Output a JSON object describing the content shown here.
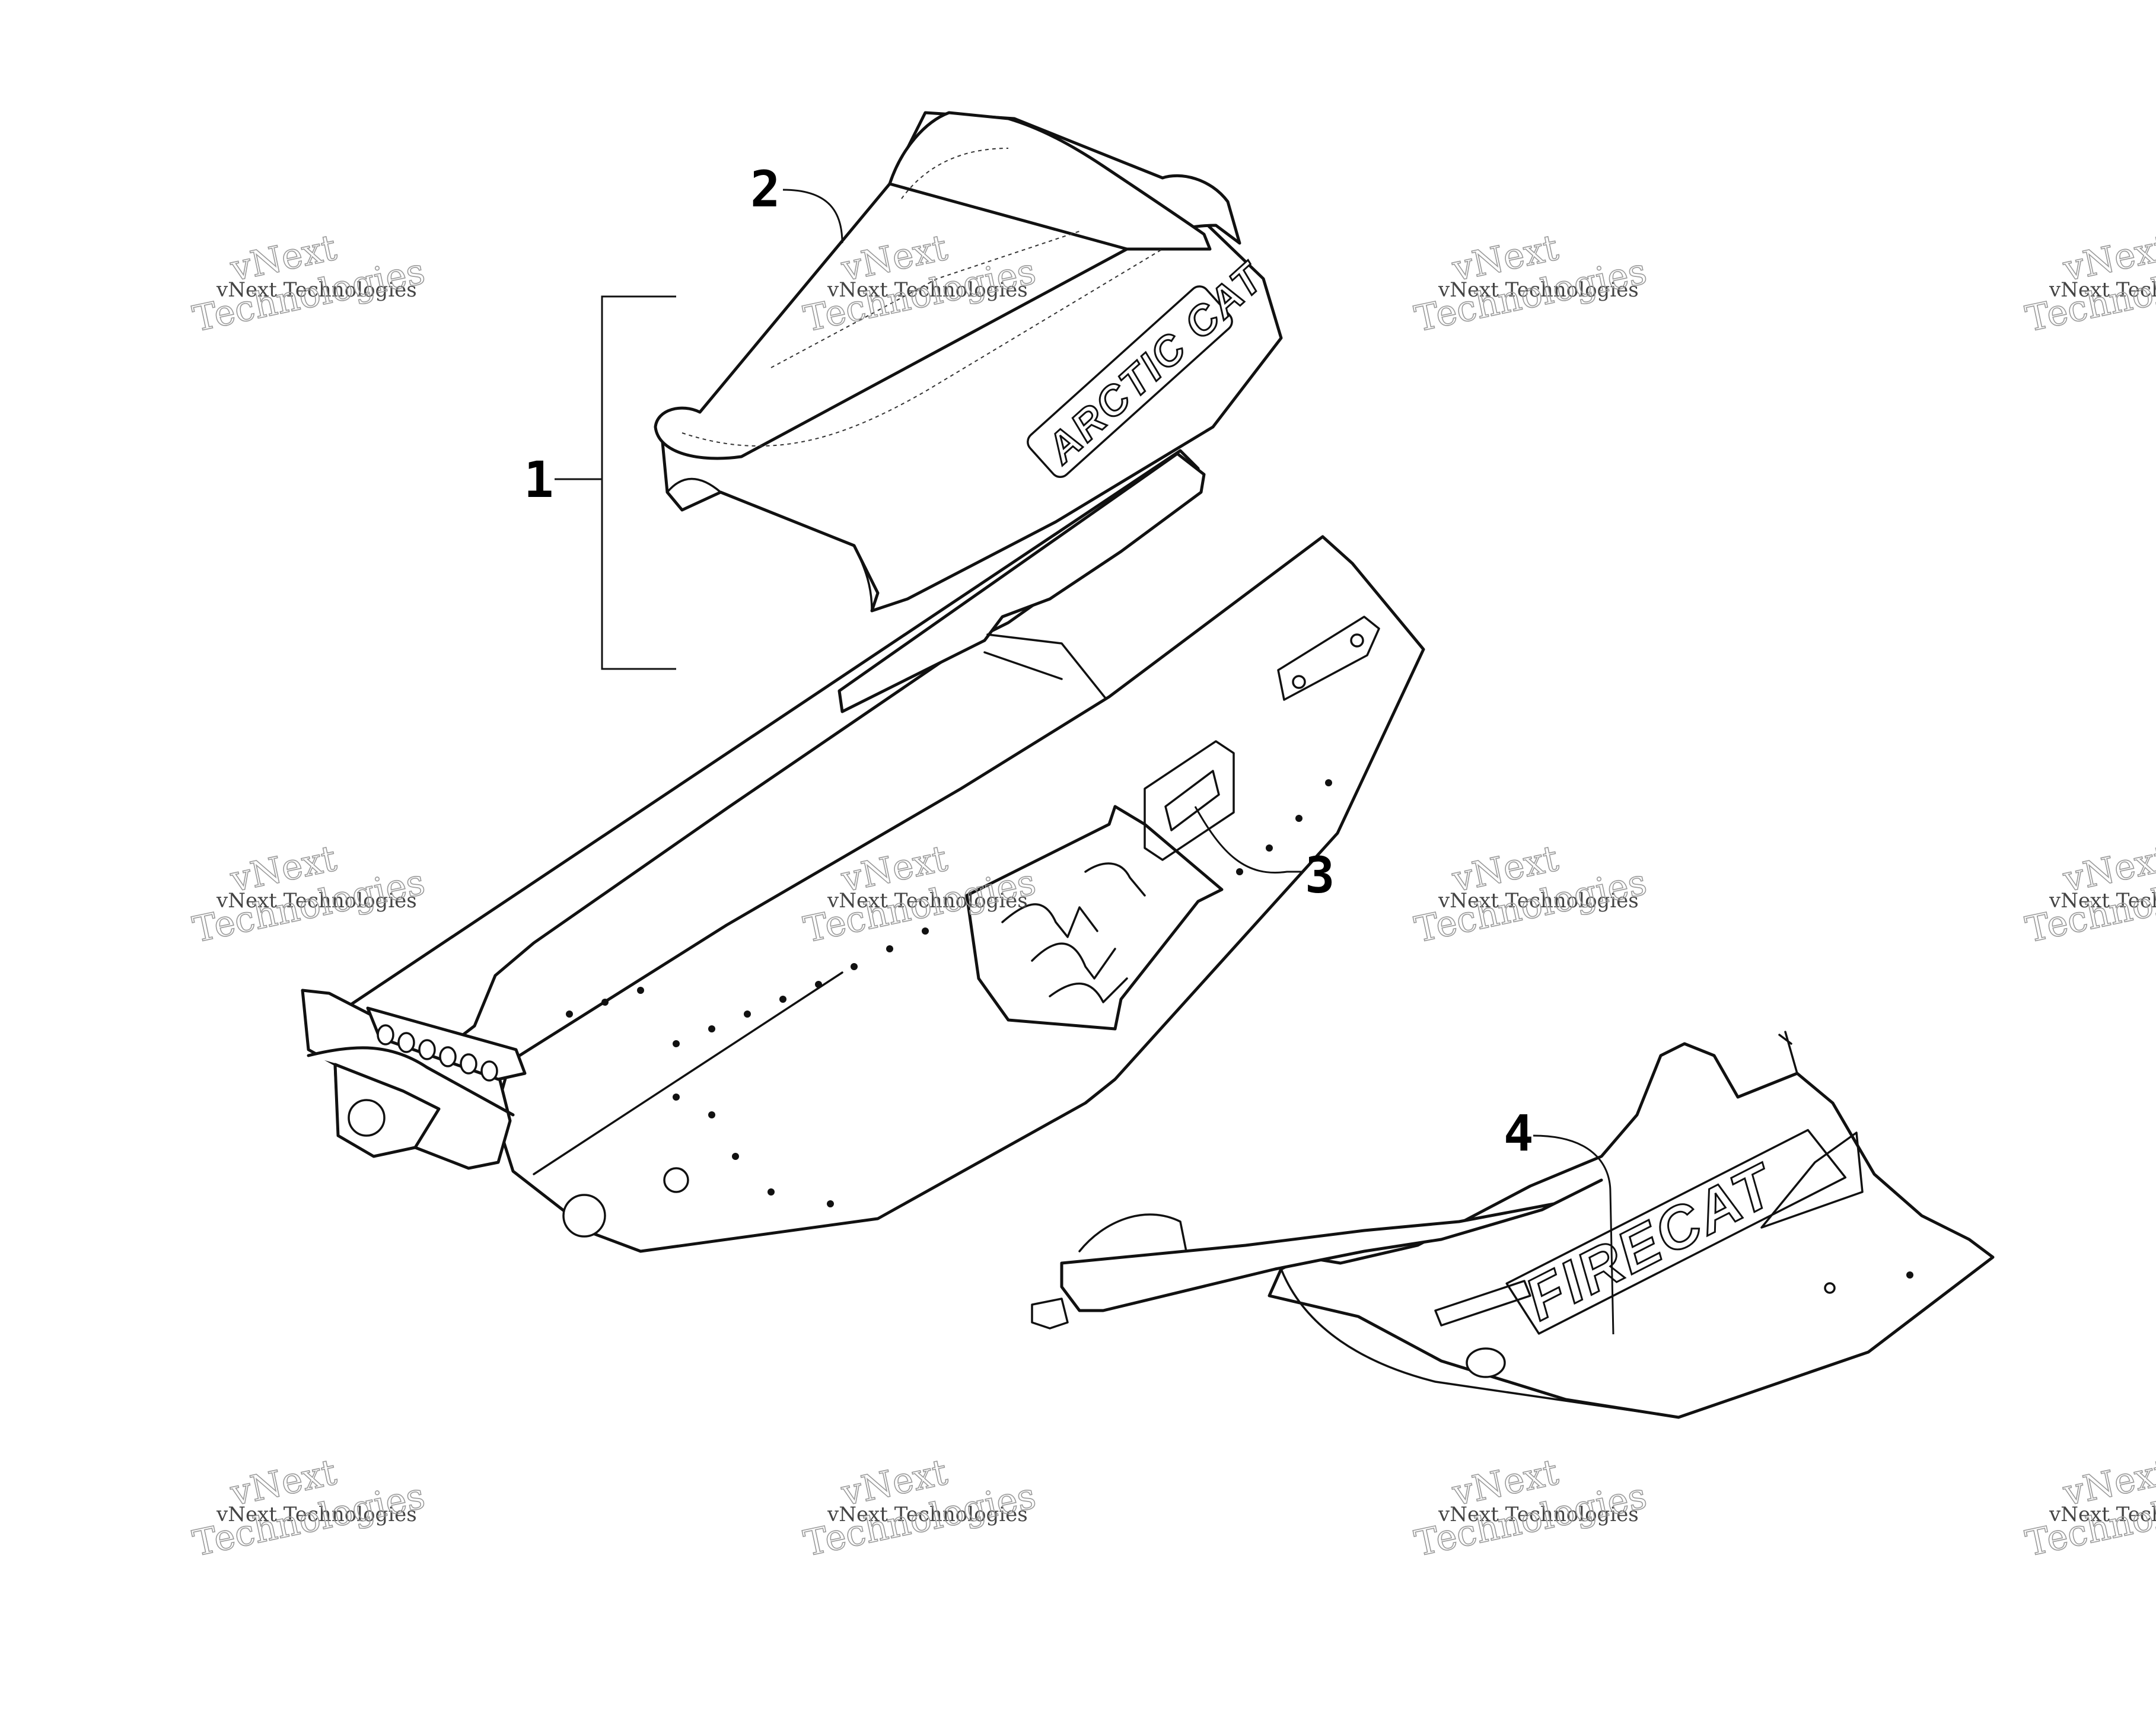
{
  "callouts": [
    "1",
    "2",
    "3",
    "4"
  ],
  "decals": {
    "seat": "ARCTIC CAT",
    "hood": "FIRECAT"
  },
  "watermark": {
    "line1": "vNext Technologies",
    "line2a": "vNext",
    "line2b": "Technologies"
  }
}
